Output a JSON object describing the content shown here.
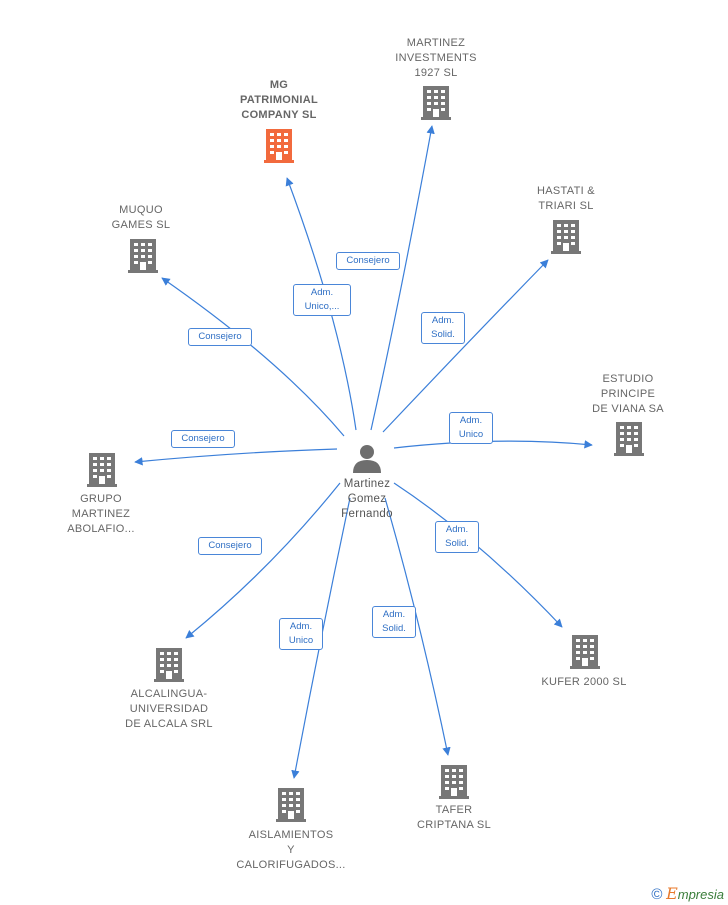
{
  "center": {
    "label": "Martinez\nGomez\nFernando",
    "icon": "person-icon"
  },
  "colors": {
    "edge": "#3b7fd9",
    "building": "#777777",
    "building_highlight": "#f26a3d",
    "label_border": "#4a86d8"
  },
  "companies": [
    {
      "id": "mg-patrimonial",
      "label": "MG\nPATRIMONIAL\nCOMPANY  SL",
      "highlight": true,
      "role": "Adm.\nUnico,..."
    },
    {
      "id": "martinez-investments",
      "label": "MARTINEZ\nINVESTMENTS\n1927  SL",
      "highlight": false,
      "role": "Consejero"
    },
    {
      "id": "hastati-triari",
      "label": "HASTATI &\nTRIARI SL",
      "highlight": false,
      "role": "Adm.\nSolid."
    },
    {
      "id": "muquo-games",
      "label": "MUQUO\nGAMES  SL",
      "highlight": false,
      "role": "Consejero"
    },
    {
      "id": "estudio-principe",
      "label": "ESTUDIO\nPRINCIPE\nDE VIANA SA",
      "highlight": false,
      "role": "Adm.\nUnico"
    },
    {
      "id": "grupo-martinez",
      "label": "GRUPO\nMARTINEZ\nABOLAFIO...",
      "highlight": false,
      "role": "Consejero"
    },
    {
      "id": "kufer-2000",
      "label": "KUFER 2000 SL",
      "highlight": false,
      "role": "Adm.\nSolid."
    },
    {
      "id": "alcalingua",
      "label": "ALCALINGUA-\nUNIVERSIDAD\nDE ALCALA SRL",
      "highlight": false,
      "role": "Consejero"
    },
    {
      "id": "tafer-criptana",
      "label": "TAFER\nCRIPTANA  SL",
      "highlight": false,
      "role": "Adm.\nSolid."
    },
    {
      "id": "aislamientos",
      "label": "AISLAMIENTOS\nY\nCALORIFUGADOS...",
      "highlight": false,
      "role": "Adm.\nUnico"
    }
  ],
  "footer": {
    "copyright": "©",
    "brand_initial": "E",
    "brand_rest": "mpresia"
  }
}
